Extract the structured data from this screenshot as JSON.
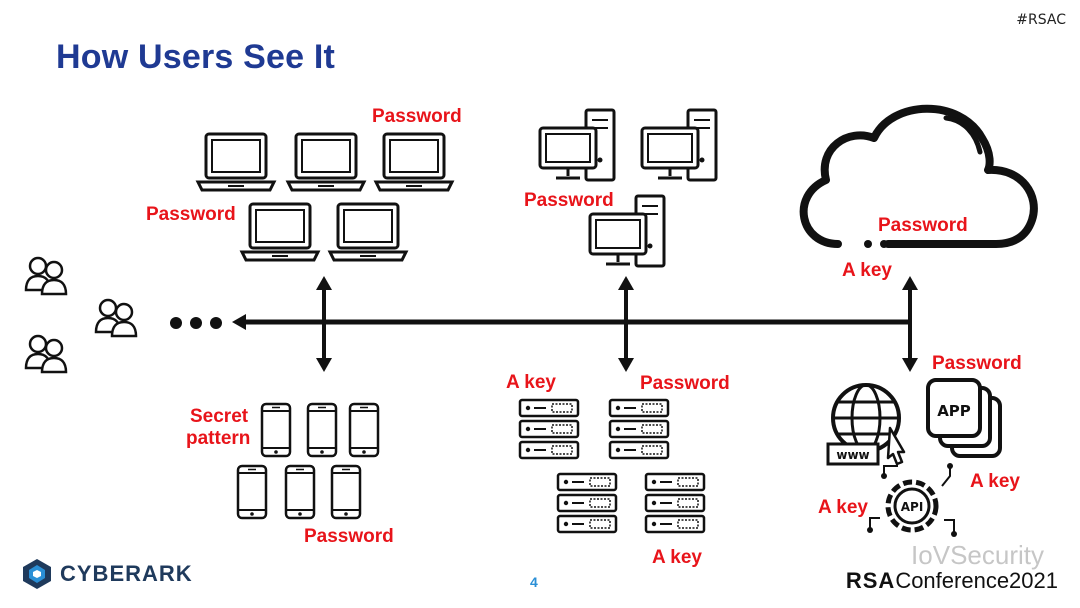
{
  "header": {
    "title": "How Users See It",
    "hashtag": "#RSAC"
  },
  "labels": {
    "laptops_password_top": "Password",
    "laptops_password_left": "Password",
    "desktops_password": "Password",
    "cloud_password": "Password",
    "cloud_key": "A key",
    "phones_secret_1": "Secret",
    "phones_secret_2": "pattern",
    "phones_password": "Password",
    "servers_key_top": "A key",
    "servers_password": "Password",
    "servers_key_bottom": "A key",
    "apps_password": "Password",
    "apps_key_right": "A key",
    "apps_key_left": "A key",
    "app_box_text": "APP",
    "api_text": "API",
    "www_text": "www"
  },
  "footer": {
    "page_number": "4",
    "company": "CYBERARK",
    "conference_prefix": "RSA",
    "conference_suffix": "Conference2021",
    "watermark": "IoVSecurity"
  },
  "colors": {
    "title": "#1f3a93",
    "label": "#e8141a",
    "line": "#111111",
    "page_number": "#2a8fd6"
  }
}
